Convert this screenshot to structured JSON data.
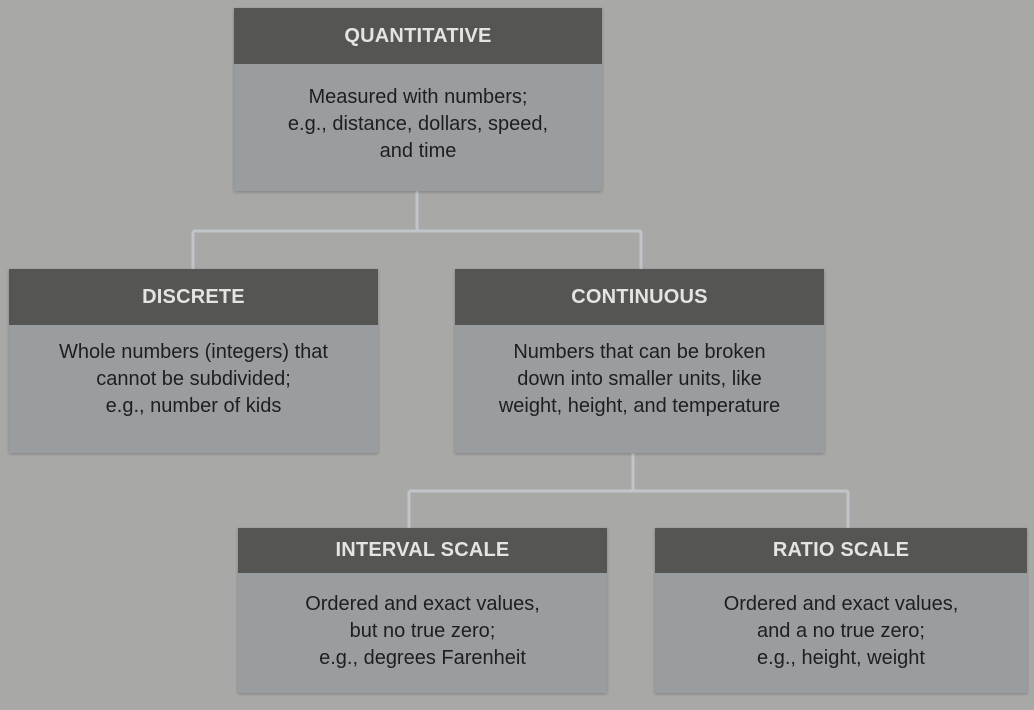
{
  "nodes": {
    "quantitative": {
      "title": "QUANTITATIVE",
      "lines": [
        "Measured with numbers;",
        "e.g., distance, dollars, speed,",
        "and time"
      ]
    },
    "discrete": {
      "title": "DISCRETE",
      "lines": [
        "Whole numbers (integers) that",
        "cannot be subdivided;",
        "e.g., number of kids"
      ]
    },
    "continuous": {
      "title": "CONTINUOUS",
      "lines": [
        "Numbers that can be broken",
        "down into smaller units, like",
        "weight, height, and temperature"
      ]
    },
    "interval_scale": {
      "title": "INTERVAL SCALE",
      "lines": [
        "Ordered and exact values,",
        "but no true zero;",
        "e.g., degrees Farenheit"
      ]
    },
    "ratio_scale": {
      "title": "RATIO SCALE",
      "lines": [
        "Ordered and exact values,",
        "and a no true zero;",
        "e.g., height, weight"
      ]
    }
  },
  "colors": {
    "background": "#a8a8a6",
    "header": "#555553",
    "header_text": "#e4e4e2",
    "body": "#999d9f",
    "body_text": "#1e1e1e",
    "connector": "#bfc5c8"
  }
}
